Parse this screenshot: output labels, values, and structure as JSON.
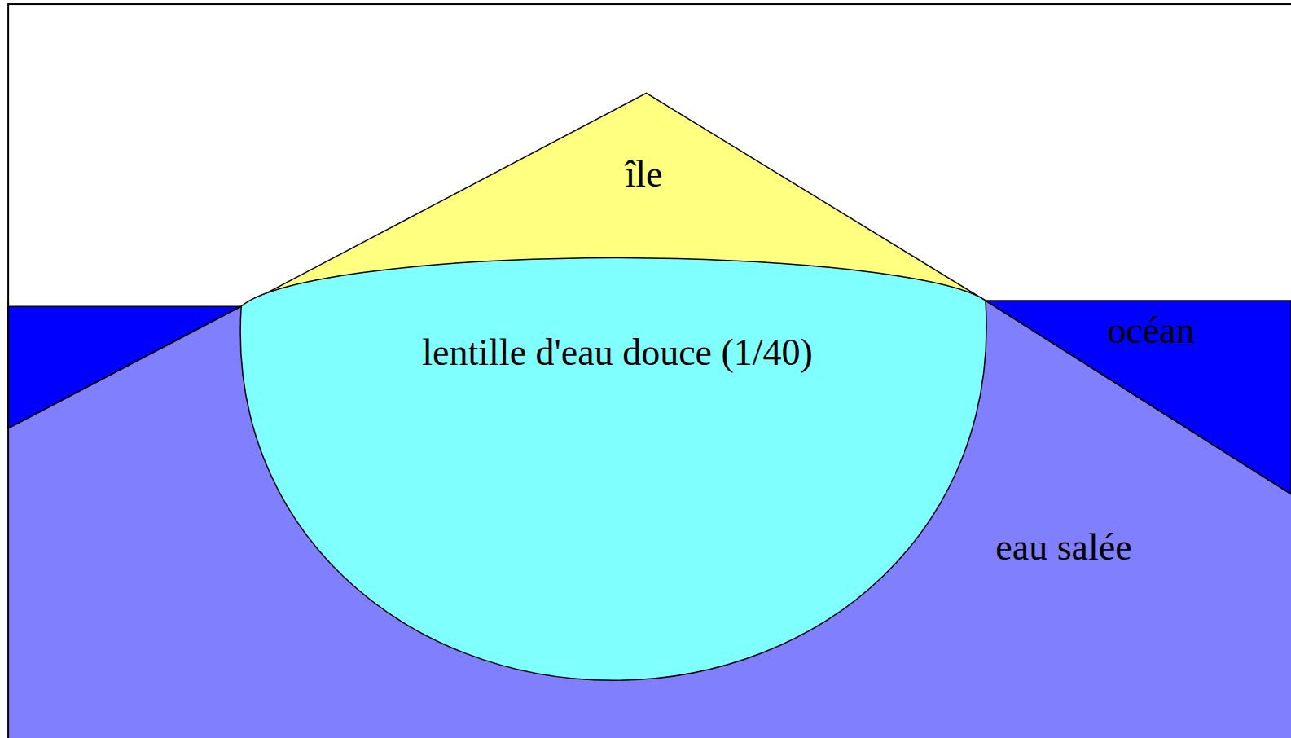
{
  "diagram": {
    "labels": [
      "île",
      "lentille d'eau douce (1/40)",
      "océan",
      "eau salée"
    ]
  }
}
